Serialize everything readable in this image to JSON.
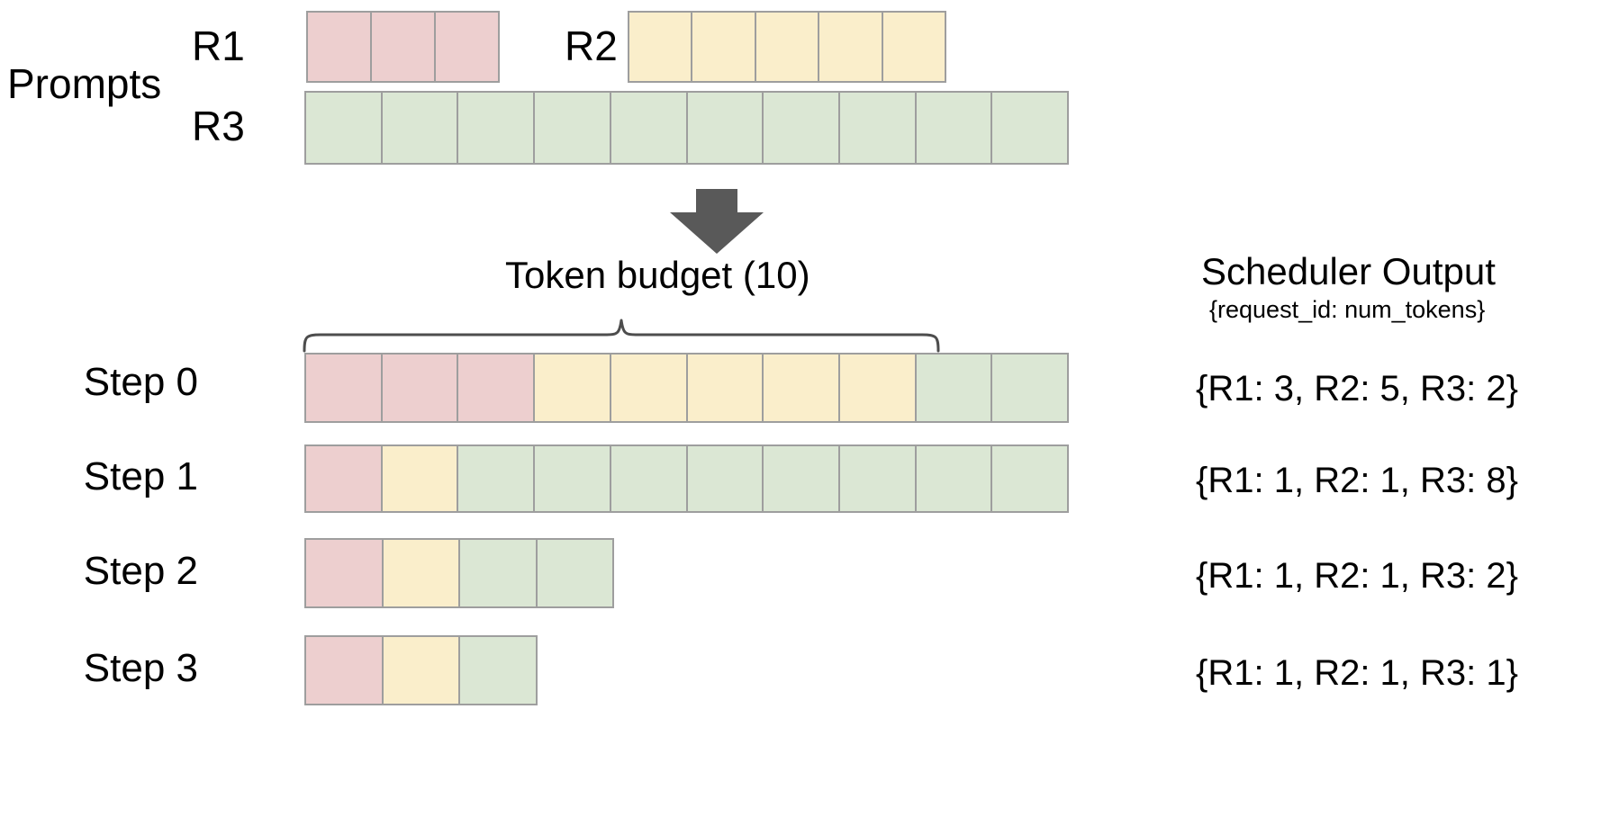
{
  "diagram": {
    "title_prompts": "Prompts",
    "arrow_icon": "down-arrow-icon",
    "brace_icon": "curly-brace-icon",
    "token_budget_label": "Token  budget (10)",
    "colors": {
      "request_r1": "#edcfcf",
      "request_r2": "#faeecb",
      "request_r3": "#dbe7d4",
      "cell_border": "#9e9e9e",
      "arrow": "#595959",
      "text": "#000000",
      "background": "#ffffff"
    }
  },
  "prompts": {
    "label": "Prompts",
    "rows": [
      {
        "id": "R1",
        "label": "R1",
        "num_tokens": 3,
        "color_key": "c-pink",
        "cells": [
          "c-pink",
          "c-pink",
          "c-pink"
        ]
      },
      {
        "id": "R2",
        "label": "R2",
        "num_tokens": 5,
        "color_key": "c-yellow",
        "cells": [
          "c-yellow",
          "c-yellow",
          "c-yellow",
          "c-yellow",
          "c-yellow"
        ]
      },
      {
        "id": "R3",
        "label": "R3",
        "num_tokens": 10,
        "color_key": "c-green",
        "cells": [
          "c-green",
          "c-green",
          "c-green",
          "c-green",
          "c-green",
          "c-green",
          "c-green",
          "c-green",
          "c-green",
          "c-green"
        ]
      }
    ]
  },
  "budget": {
    "label": "Token  budget (10)",
    "value": 10
  },
  "steps": [
    {
      "label": "Step 0",
      "cells": [
        "c-pink",
        "c-pink",
        "c-pink",
        "c-yellow",
        "c-yellow",
        "c-yellow",
        "c-yellow",
        "c-yellow",
        "c-green",
        "c-green"
      ],
      "output": "{R1: 3, R2: 5, R3: 2}",
      "alloc": {
        "R1": 3,
        "R2": 5,
        "R3": 2
      }
    },
    {
      "label": "Step 1",
      "cells": [
        "c-pink",
        "c-yellow",
        "c-green",
        "c-green",
        "c-green",
        "c-green",
        "c-green",
        "c-green",
        "c-green",
        "c-green"
      ],
      "output": "{R1: 1, R2: 1, R3: 8}",
      "alloc": {
        "R1": 1,
        "R2": 1,
        "R3": 8
      }
    },
    {
      "label": "Step 2",
      "cells": [
        "c-pink",
        "c-yellow",
        "c-green",
        "c-green"
      ],
      "output": "{R1: 1, R2: 1, R3: 2}",
      "alloc": {
        "R1": 1,
        "R2": 1,
        "R3": 2
      }
    },
    {
      "label": "Step 3",
      "cells": [
        "c-pink",
        "c-yellow",
        "c-green"
      ],
      "output": "{R1: 1, R2: 1, R3: 1}",
      "alloc": {
        "R1": 1,
        "R2": 1,
        "R3": 1
      }
    }
  ],
  "scheduler_output": {
    "title": "Scheduler Output",
    "subtitle": "{request_id: num_tokens}",
    "lines": [
      "{R1: 3, R2: 5, R3: 2}",
      "{R1: 1, R2: 1, R3: 8}",
      "{R1: 1, R2: 1, R3: 2}",
      "{R1: 1, R2: 1, R3: 1}"
    ]
  }
}
